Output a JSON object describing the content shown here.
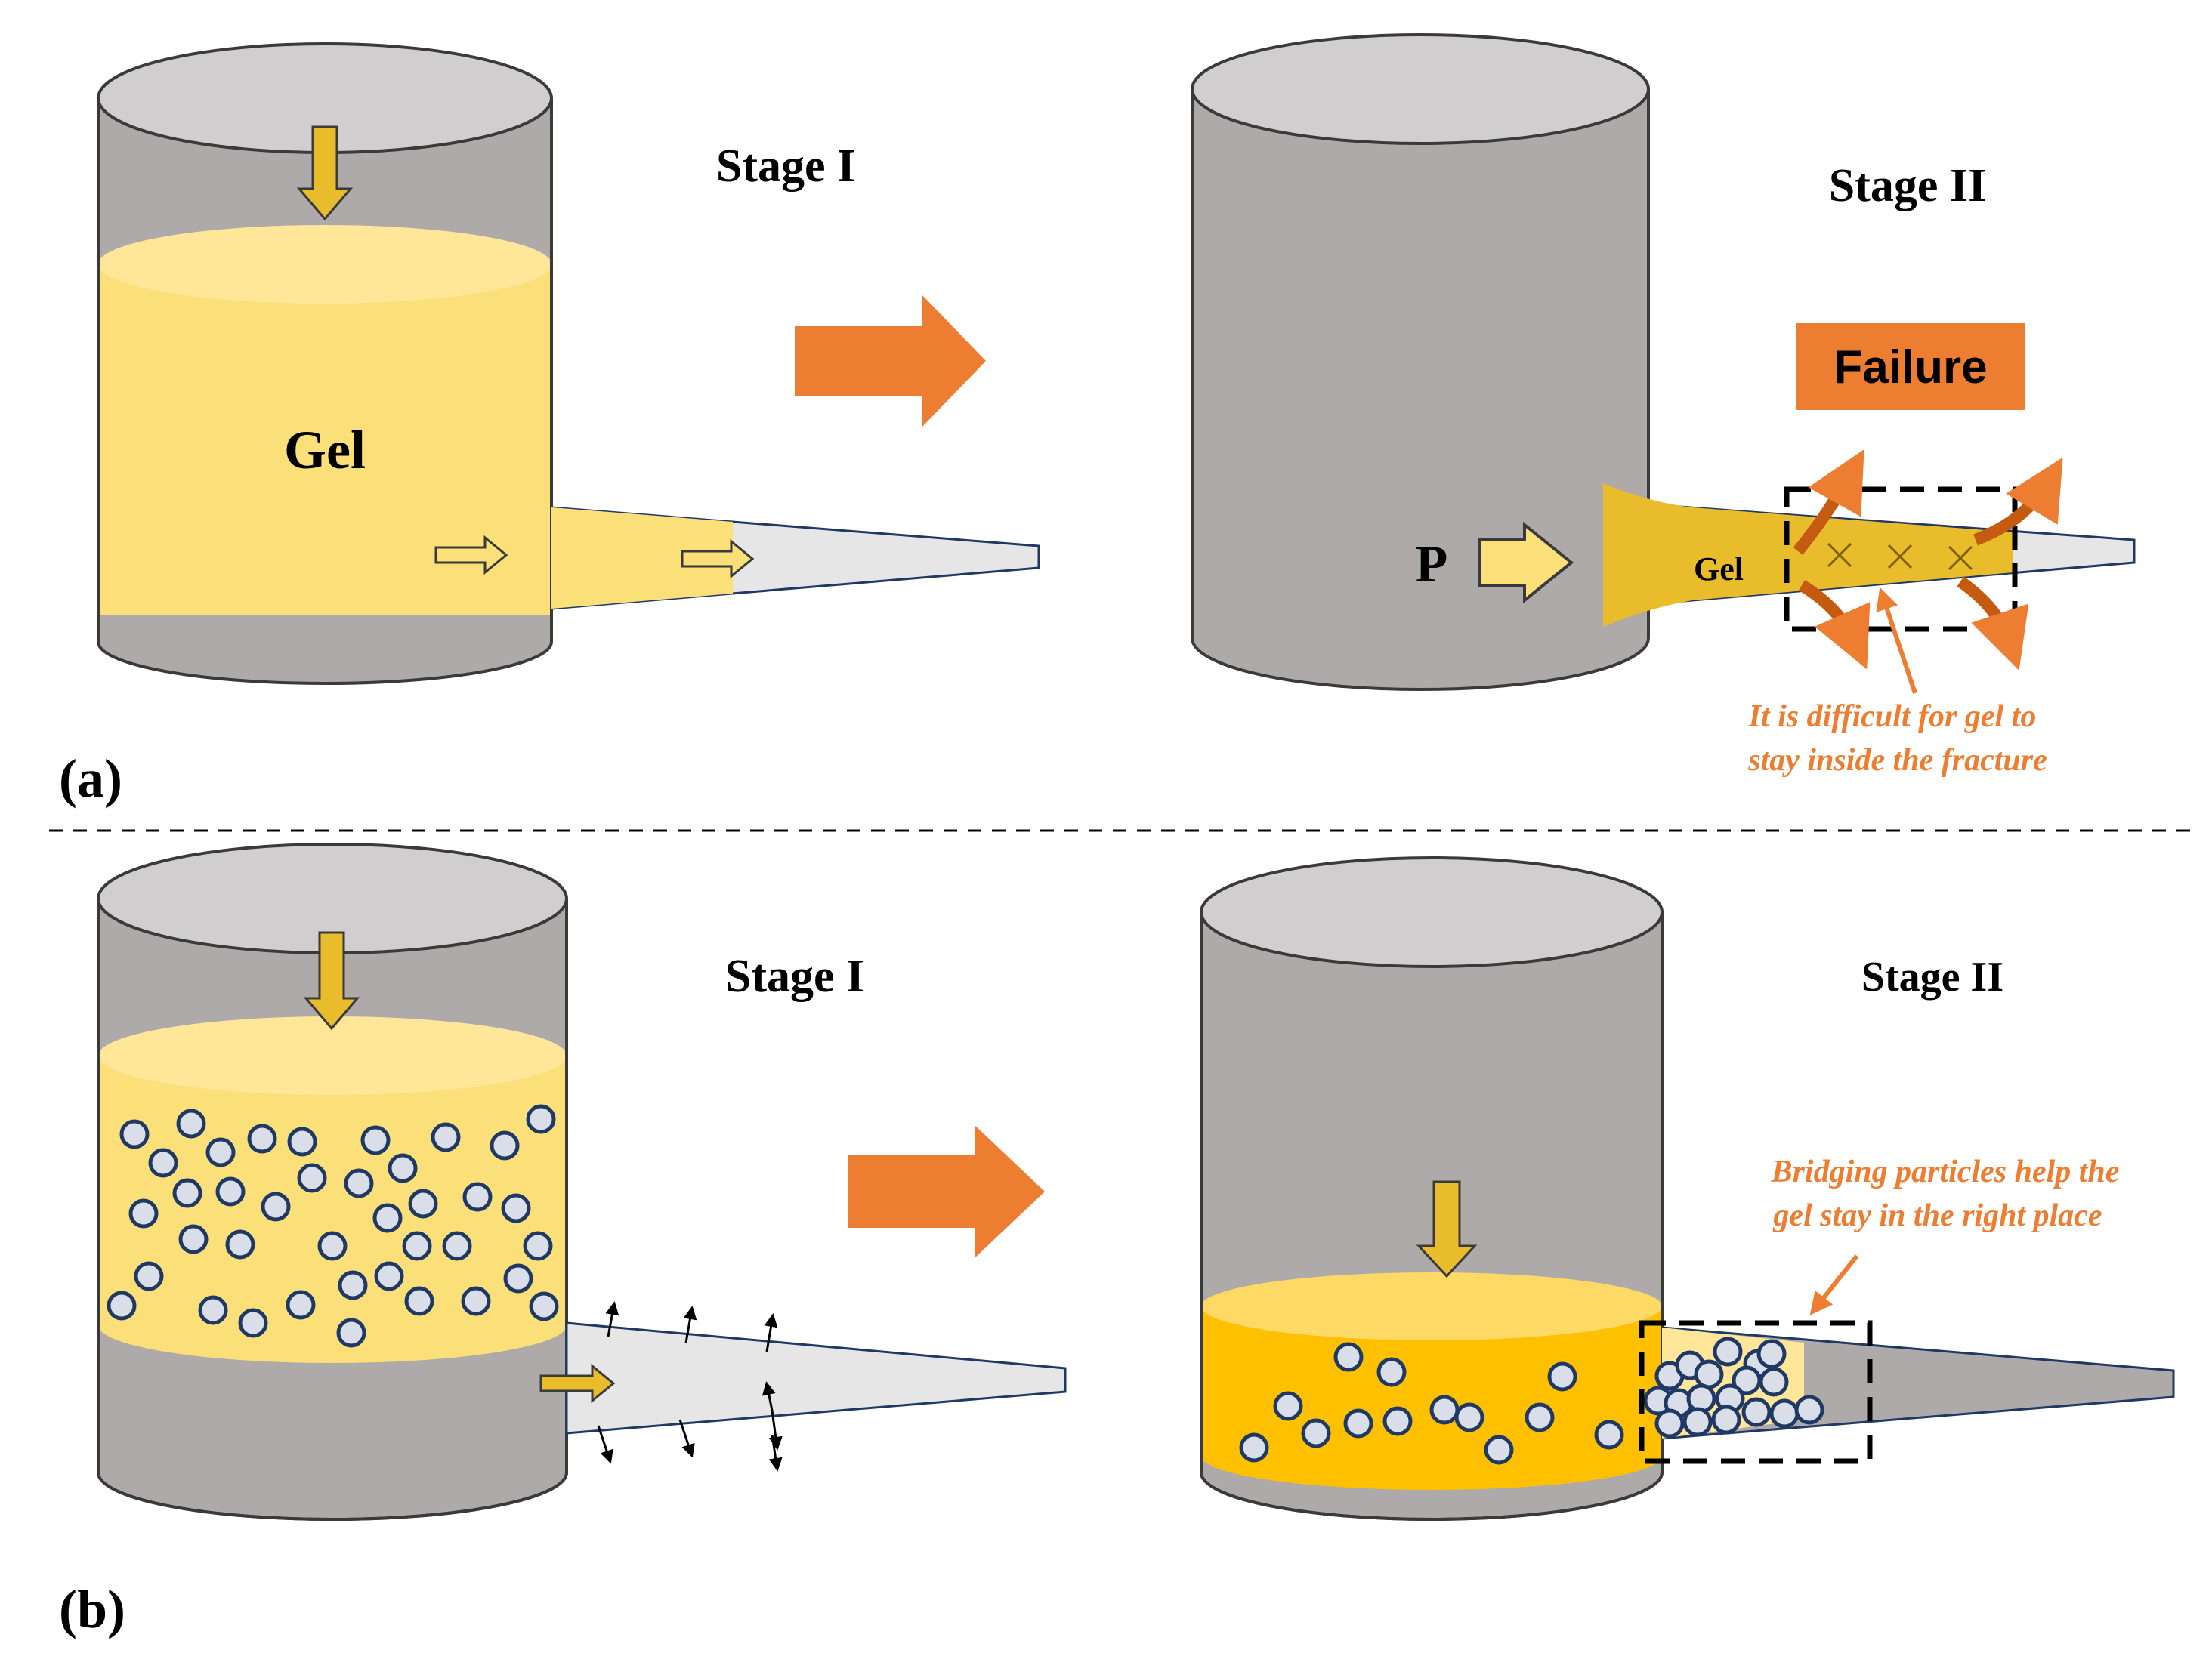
{
  "panel_a": {
    "label": "(a)",
    "stage1_title": "Stage I",
    "stage2_title": "Stage II",
    "gel_label": "Gel",
    "pressure_label": "P",
    "fracture_gel_label": "Gel",
    "failure_label": "Failure",
    "note_line1": "It is difficult for gel to",
    "note_line2": "stay inside the fracture"
  },
  "panel_b": {
    "label": "(b)",
    "stage1_title": "Stage I",
    "stage2_title": "Stage II",
    "note_line1": "Bridging particles help the",
    "note_line2": "gel stay in the right place"
  },
  "colors": {
    "cylinder_body": "#aeaaaa",
    "cylinder_top": "#d0cece",
    "gel_light": "#ffe699",
    "gel_body": "#fbe07a",
    "gel_dark": "#e9bc2b",
    "gel_deep": "#ffc000",
    "fracture": "#e7e6e6",
    "fracture_edge": "#1f3864",
    "transition_arrow": "#ed7d31",
    "annotation": "#ed7d31",
    "particle": "#dadee8",
    "particle_edge": "#1f3864"
  }
}
